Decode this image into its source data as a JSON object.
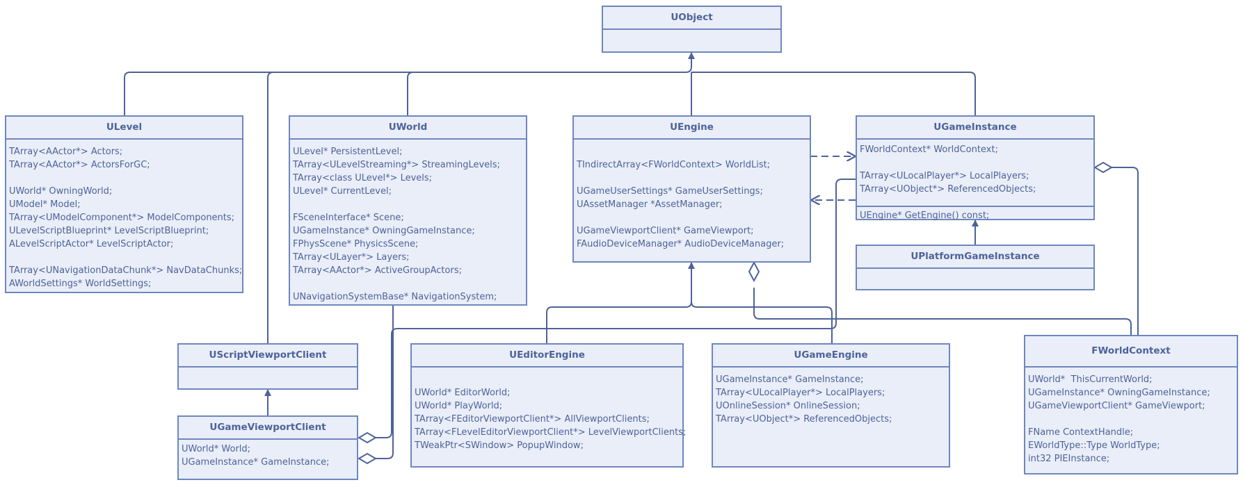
{
  "classes": {
    "uobject": {
      "name": "UObject",
      "members": []
    },
    "ulevel": {
      "name": "ULevel",
      "members": [
        "TArray<AActor*> Actors;",
        "TArray<AActor*> ActorsForGC;",
        "",
        "UWorld* OwningWorld;",
        "UModel* Model;",
        "TArray<UModelComponent*> ModelComponents;",
        "ULevelScriptBlueprint* LevelScriptBlueprint;",
        "ALevelScriptActor* LevelScriptActor;",
        "",
        "TArray<UNavigationDataChunk*> NavDataChunks;",
        "AWorldSettings* WorldSettings;"
      ]
    },
    "uworld": {
      "name": "UWorld",
      "members": [
        "ULevel* PersistentLevel;",
        "TArray<ULevelStreaming*> StreamingLevels;",
        "TArray<class ULevel*> Levels;",
        "ULevel* CurrentLevel;",
        "",
        "FSceneInterface* Scene;",
        "UGameInstance* OwningGameInstance;",
        "FPhysScene* PhysicsScene;",
        "TArray<ULayer*> Layers;",
        "TArray<AActor*> ActiveGroupActors;",
        "",
        "UNavigationSystemBase* NavigationSystem;"
      ]
    },
    "uengine": {
      "name": "UEngine",
      "members": [
        "",
        "TIndirectArray<FWorldContext> WorldList;",
        "",
        "UGameUserSettings* GameUserSettings;",
        "UAssetManager *AssetManager;",
        "",
        "UGameViewportClient* GameViewport;",
        "FAudioDeviceManager* AudioDeviceManager;"
      ]
    },
    "ugameinstance": {
      "name": "UGameInstance",
      "members": [
        "FWorldContext* WorldContext;",
        "",
        "TArray<ULocalPlayer*> LocalPlayers;",
        "TArray<UObject*> ReferencedObjects;"
      ],
      "operations": [
        "UEngine* GetEngine() const;"
      ]
    },
    "uplatformgameinstance": {
      "name": "UPlatformGameInstance",
      "members": []
    },
    "uscriptviewportclient": {
      "name": "UScriptViewportClient",
      "members": []
    },
    "ugameviewportclient": {
      "name": "UGameViewportClient",
      "members": [
        "UWorld* World;",
        "UGameInstance* GameInstance;"
      ]
    },
    "ueditorengine": {
      "name": "UEditorEngine",
      "members": [
        "",
        "UWorld* EditorWorld;",
        "UWorld* PlayWorld;",
        "TArray<FEditorViewportClient*> AllViewportClients;",
        "TArray<FLevelEditorViewportClient*> LevelViewportClients;",
        "TWeakPtr<SWindow> PopupWindow;"
      ]
    },
    "ugameengine": {
      "name": "UGameEngine",
      "members": [
        "UGameInstance* GameInstance;",
        "TArray<ULocalPlayer*> LocalPlayers;",
        "UOnlineSession* OnlineSession;",
        "TArray<UObject*> ReferencedObjects;"
      ]
    },
    "fworldcontext": {
      "name": "FWorldContext",
      "members": [
        "UWorld*  ThisCurrentWorld;",
        "UGameInstance* OwningGameInstance;",
        "UGameViewportClient* GameViewport;",
        "",
        "FName ContextHandle;",
        "EWorldType::Type WorldType;",
        "int32 PIEInstance;"
      ]
    }
  },
  "colors": {
    "stroke": "#6f86be",
    "fill": "#e9eef8",
    "text": "#4e6299"
  }
}
